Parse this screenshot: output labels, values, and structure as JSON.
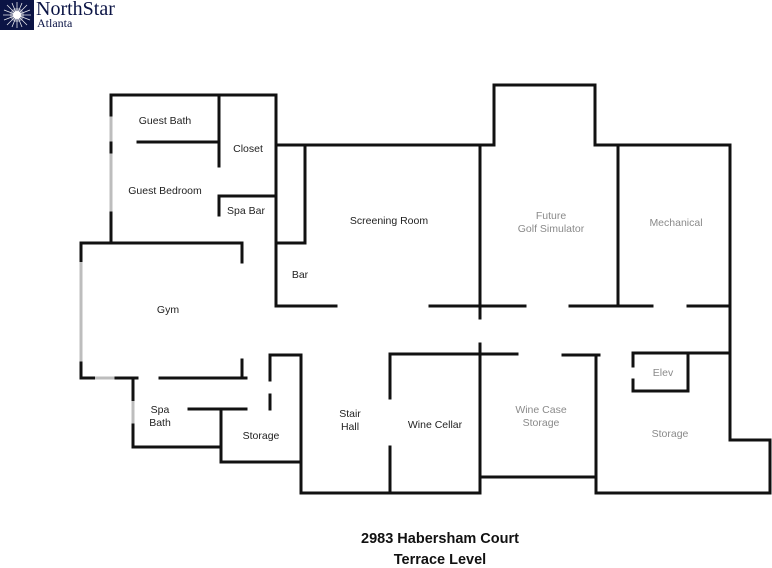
{
  "brand": {
    "name": "NorthStar",
    "city": "Atlanta",
    "logo_color": "#0b1445",
    "logo_icon": "starburst-icon"
  },
  "floorplan": {
    "rooms": {
      "guest_bath": "Guest Bath",
      "closet": "Closet",
      "guest_bedroom": "Guest Bedroom",
      "spa_bar": "Spa Bar",
      "screening_room": "Screening Room",
      "future_golf_line1": "Future",
      "future_golf_line2": "Golf Simulator",
      "mechanical": "Mechanical",
      "bar": "Bar",
      "gym": "Gym",
      "elev": "Elev",
      "spa_bath_line1": "Spa",
      "spa_bath_line2": "Bath",
      "storage_left": "Storage",
      "stair_hall_line1": "Stair",
      "stair_hall_line2": "Hall",
      "wine_cellar": "Wine Cellar",
      "wine_case_line1": "Wine Case",
      "wine_case_line2": "Storage",
      "storage_right": "Storage"
    },
    "wall_color": "#111111",
    "faded_label_color": "#8a8a8a"
  },
  "caption": {
    "address": "2983 Habersham Court",
    "level": "Terrace Level"
  }
}
